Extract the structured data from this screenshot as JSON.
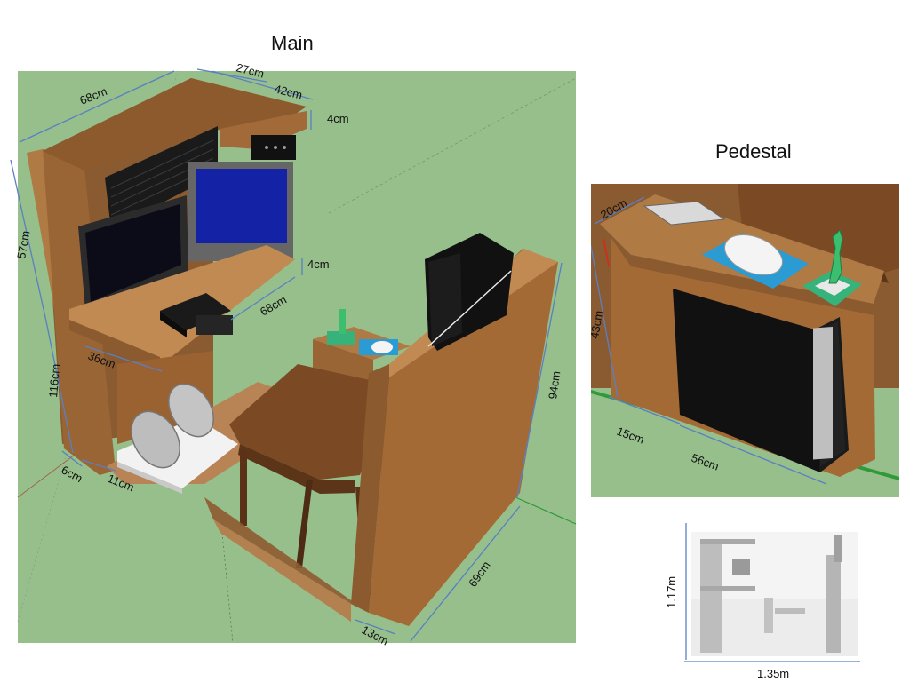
{
  "titles": {
    "main": "Main",
    "pedestal": "Pedestal"
  },
  "main_dims": {
    "w68": "68cm",
    "w27": "27cm",
    "w42": "42cm",
    "t4a": "4cm",
    "h57": "57cm",
    "t4b": "4cm",
    "d68": "68cm",
    "d36": "36cm",
    "h116": "116cm",
    "h94": "94cm",
    "f6": "6cm",
    "f11": "11cm",
    "d69": "69cm",
    "f13": "13cm"
  },
  "pedestal_dims": {
    "w20": "20cm",
    "h43": "43cm",
    "d15": "15cm",
    "d56": "56cm"
  },
  "overview_dims": {
    "height": "1.17m",
    "width": "1.35m"
  },
  "colors": {
    "ground": "#96bf8c",
    "wood_dark": "#7b4a24",
    "wood_mid": "#9a6535",
    "wood_light": "#b07a45",
    "dimension": "#5a7fc2",
    "screen_blue": "#1422a6",
    "pad_blue": "#2a9bd3",
    "joystick_green": "#35b37a",
    "accent_red": "#e0241b"
  }
}
